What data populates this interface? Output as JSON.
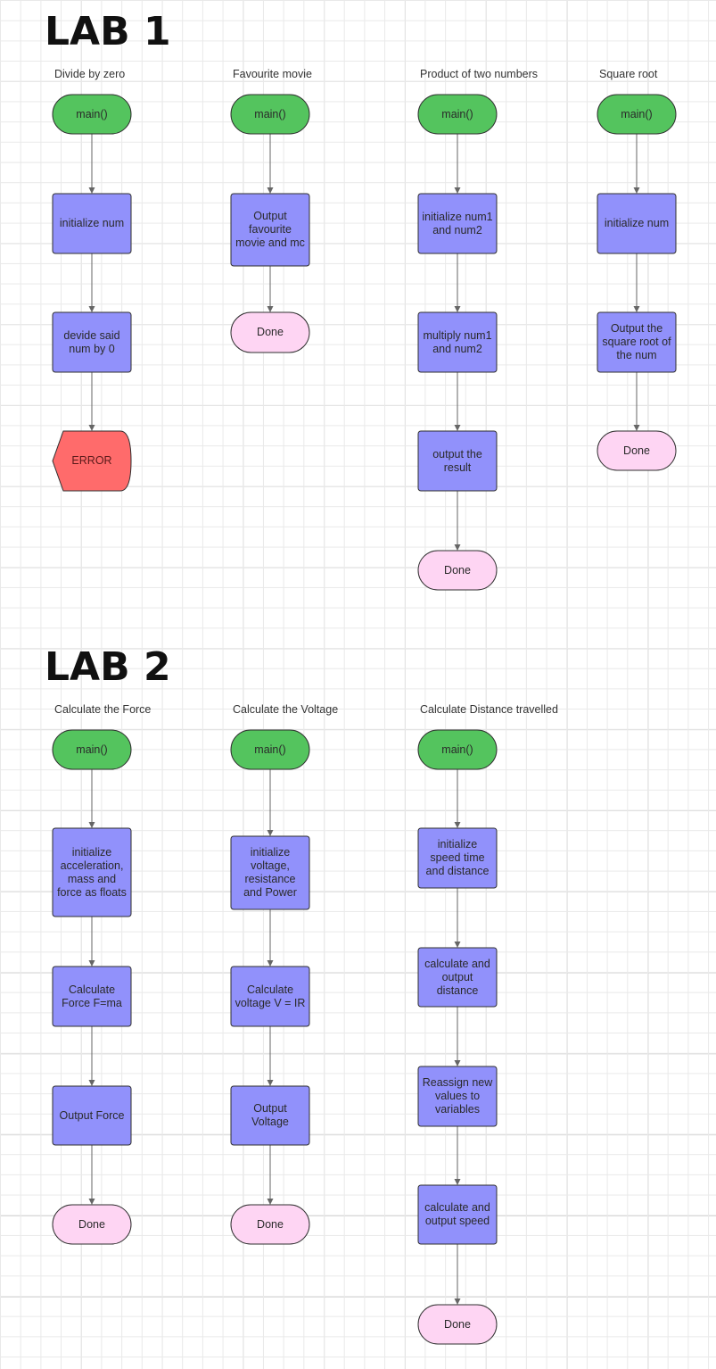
{
  "labs": [
    {
      "title": "LAB 1",
      "columns": [
        {
          "title": "Divide by zero",
          "nodes": [
            {
              "label": "main()",
              "kind": "start"
            },
            {
              "label": "initialize num",
              "kind": "process"
            },
            {
              "label": "devide said num by 0",
              "kind": "process"
            },
            {
              "label": "ERROR",
              "kind": "error"
            }
          ]
        },
        {
          "title": "Favourite movie",
          "nodes": [
            {
              "label": "main()",
              "kind": "start"
            },
            {
              "label": "Output favourite movie and mc",
              "kind": "process"
            },
            {
              "label": "Done",
              "kind": "end"
            }
          ]
        },
        {
          "title": "Product of two numbers",
          "nodes": [
            {
              "label": "main()",
              "kind": "start"
            },
            {
              "label": "initialize num1 and num2",
              "kind": "process"
            },
            {
              "label": "multiply num1 and num2",
              "kind": "process"
            },
            {
              "label": "output the result",
              "kind": "process"
            },
            {
              "label": "Done",
              "kind": "end"
            }
          ]
        },
        {
          "title": "Square root",
          "nodes": [
            {
              "label": "main()",
              "kind": "start"
            },
            {
              "label": "initialize num",
              "kind": "process"
            },
            {
              "label": "Output the square root of the num",
              "kind": "process"
            },
            {
              "label": "Done",
              "kind": "end"
            }
          ]
        }
      ]
    },
    {
      "title": "LAB 2",
      "columns": [
        {
          "title": "Calculate the Force",
          "nodes": [
            {
              "label": "main()",
              "kind": "start"
            },
            {
              "label": "initialize acceleration, mass and force as floats",
              "kind": "process"
            },
            {
              "label": "Calculate Force F=ma",
              "kind": "process"
            },
            {
              "label": "Output Force",
              "kind": "process"
            },
            {
              "label": "Done",
              "kind": "end"
            }
          ]
        },
        {
          "title": "Calculate the Voltage",
          "nodes": [
            {
              "label": "main()",
              "kind": "start"
            },
            {
              "label": "initialize voltage, resistance and Power",
              "kind": "process"
            },
            {
              "label": "Calculate voltage V = IR",
              "kind": "process"
            },
            {
              "label": "Output Voltage",
              "kind": "process"
            },
            {
              "label": "Done",
              "kind": "end"
            }
          ]
        },
        {
          "title": "Calculate Distance travelled",
          "nodes": [
            {
              "label": "main()",
              "kind": "start"
            },
            {
              "label": "initialize speed time and distance",
              "kind": "process"
            },
            {
              "label": "calculate and output distance",
              "kind": "process"
            },
            {
              "label": "Reassign new values to variables",
              "kind": "process"
            },
            {
              "label": "calculate and output speed",
              "kind": "process"
            },
            {
              "label": "Done",
              "kind": "end"
            }
          ]
        }
      ]
    }
  ],
  "colors": {
    "start_fill": "#54c45e",
    "process_fill": "#9191fb",
    "end_fill": "#fed5f3",
    "error_fill": "#ff6b6b",
    "stroke": "#2f2f2f",
    "connector": "#666666"
  }
}
